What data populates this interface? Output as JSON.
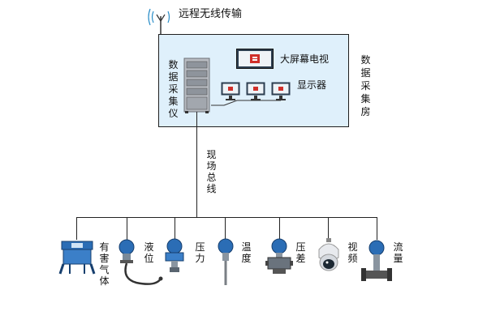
{
  "title": "远程无线传输",
  "room_label": "数据采集房",
  "collector_label": "数据采集仪",
  "tv_label": "大屏幕电视",
  "monitor_label": "显示器",
  "bus_label": "现场总线",
  "instruments": [
    {
      "id": "gas",
      "label": "有害气体"
    },
    {
      "id": "level",
      "label": "液位"
    },
    {
      "id": "pressure",
      "label": "压力"
    },
    {
      "id": "temperature",
      "label": "温度"
    },
    {
      "id": "diff-pressure",
      "label": "压差"
    },
    {
      "id": "video",
      "label": "视频"
    },
    {
      "id": "flow",
      "label": "流量"
    }
  ],
  "colors": {
    "room_fill": "#dff0fb",
    "device_blue": "#2b6db5",
    "cabinet_gray": "#b8bcc2",
    "screen_dark": "#2c3e50",
    "tv_red": "#d0302a"
  }
}
